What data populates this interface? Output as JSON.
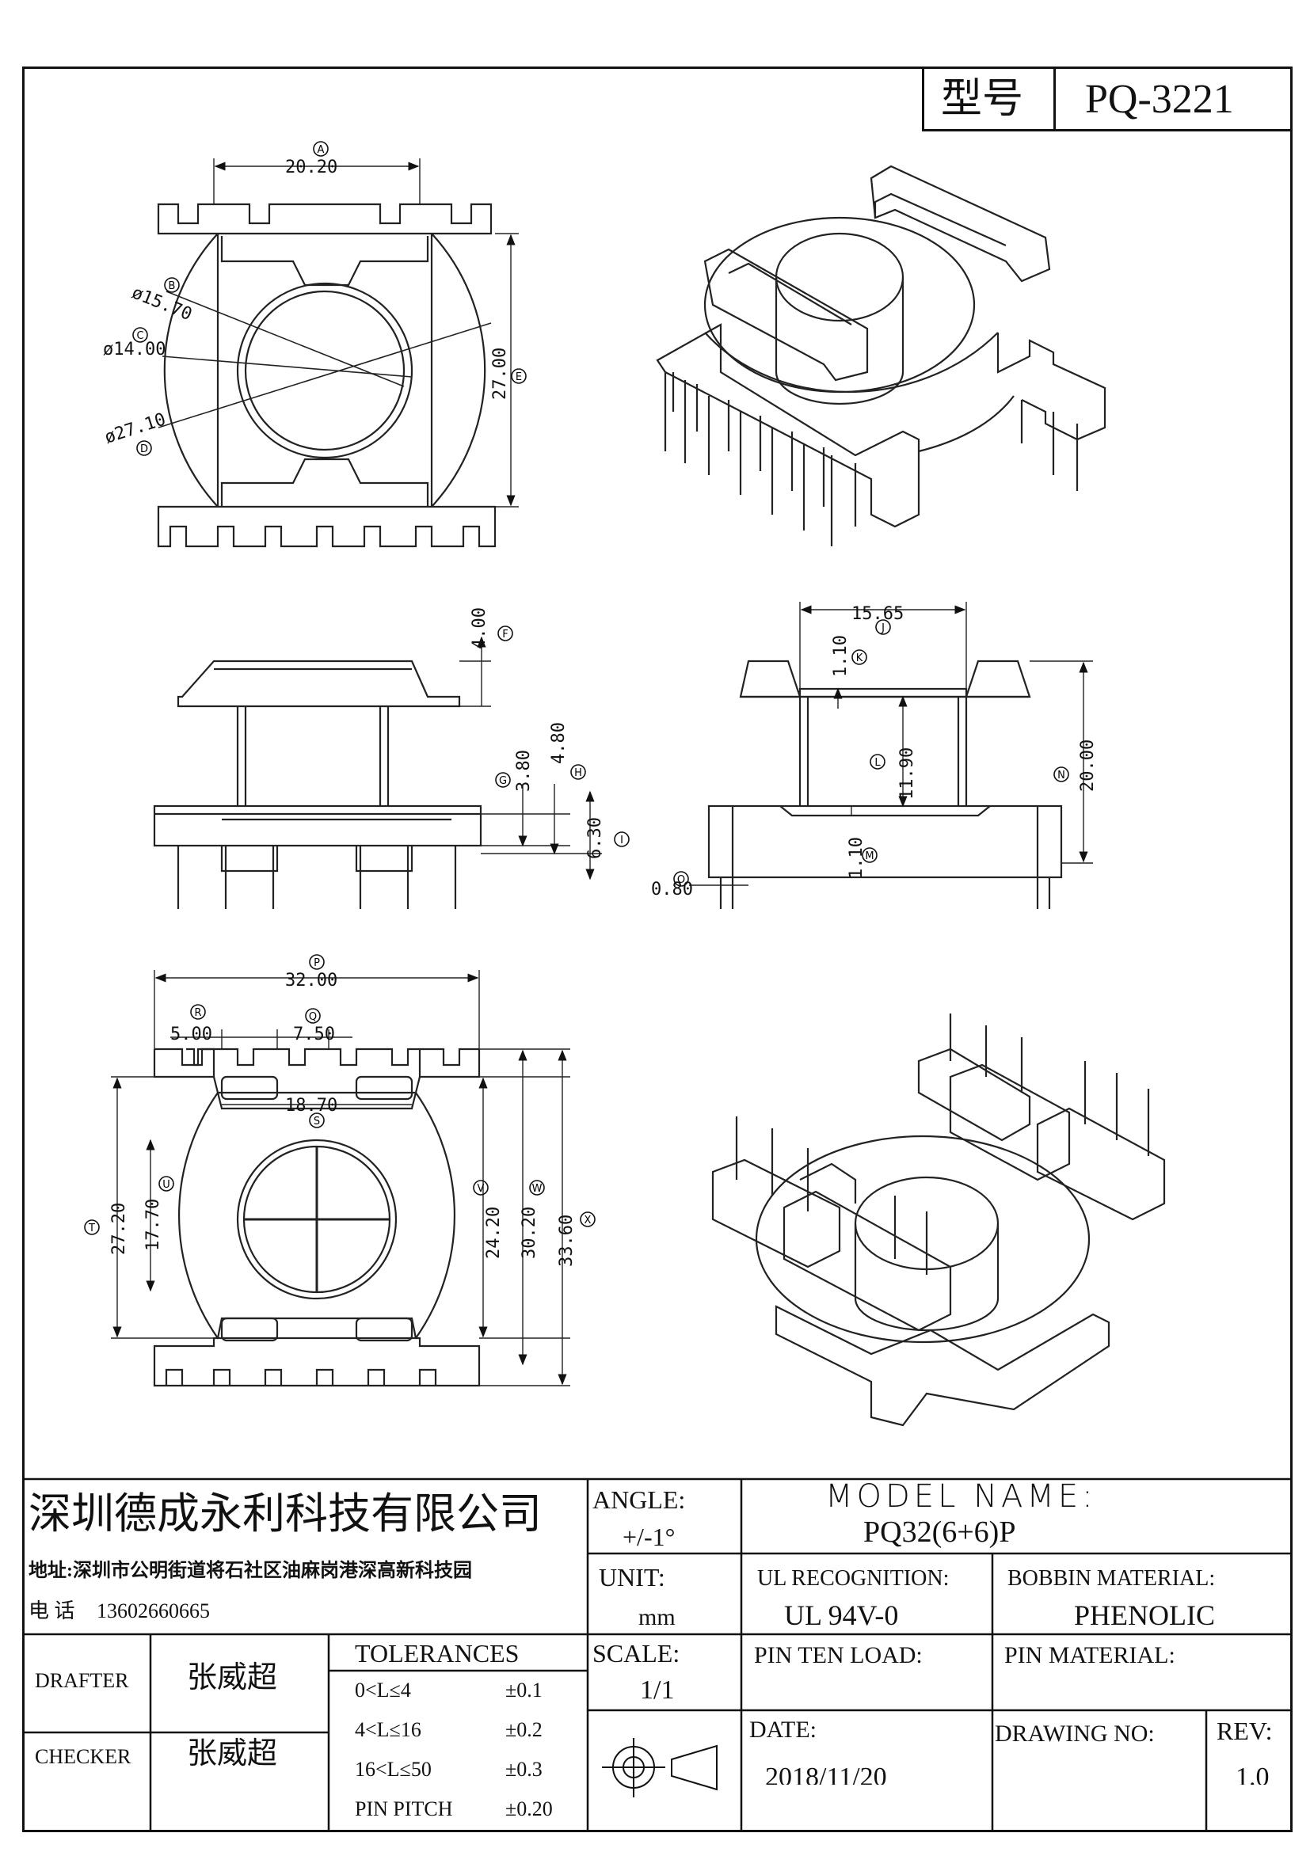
{
  "header": {
    "type_label": "型号",
    "type_value": "PQ-3221"
  },
  "views": {
    "top": {
      "A": "20.20",
      "B": "ø15.70",
      "C": "ø14.00",
      "D": "ø27.10",
      "E": "27.00"
    },
    "front": {
      "F": "4.00",
      "G": "3.80",
      "H": "4.80",
      "I": "6.30"
    },
    "side": {
      "J": "15.65",
      "K": "1.10",
      "L": "11.90",
      "M": "1.10",
      "N": "20.00",
      "O": "0.80"
    },
    "bottom": {
      "P": "32.00",
      "Q": "7.50",
      "R": "5.00",
      "S": "18.70",
      "T": "27.20",
      "U": "17.70",
      "V": "24.20",
      "W": "30.20",
      "X": "33.60"
    }
  },
  "markers": [
    "A",
    "B",
    "C",
    "D",
    "E",
    "F",
    "G",
    "H",
    "I",
    "J",
    "K",
    "L",
    "M",
    "N",
    "O",
    "P",
    "Q",
    "R",
    "S",
    "T",
    "U",
    "V",
    "W",
    "X"
  ],
  "title_block": {
    "company": "深圳德成永利科技有限公司",
    "address": "地址:深圳市公明街道将石社区油麻岗港深高新科技园",
    "phone_label": "电 话",
    "phone": "13602660665",
    "angle_label": "ANGLE:",
    "angle_value": "+/-1°",
    "model_label": "MODEL NAME:",
    "model_value": "PQ32(6+6)P",
    "unit_label": "UNIT:",
    "unit_value": "mm",
    "ul_label": "UL RECOGNITION:",
    "ul_value": "UL 94V-0",
    "bobbin_label": "BOBBIN MATERIAL:",
    "bobbin_value": "PHENOLIC",
    "drafter_label": "DRAFTER",
    "drafter_value": "张威超",
    "checker_label": "CHECKER",
    "checker_value": "张威超",
    "tolerances_label": "TOLERANCES",
    "tolerances": [
      {
        "range": "0<L≤4",
        "tol": "±0.1"
      },
      {
        "range": "4<L≤16",
        "tol": "±0.2"
      },
      {
        "range": "16<L≤50",
        "tol": "±0.3"
      },
      {
        "range": "PIN PITCH",
        "tol": "±0.20"
      }
    ],
    "scale_label": "SCALE:",
    "scale_value": "1/1",
    "pin_load_label": "PIN TEN LOAD:",
    "pin_material_label": "PIN MATERIAL:",
    "date_label": "DATE:",
    "date_value": "2018/11/20",
    "drawing_no_label": "DRAWING NO:",
    "rev_label": "REV:",
    "rev_value": "1.0"
  }
}
